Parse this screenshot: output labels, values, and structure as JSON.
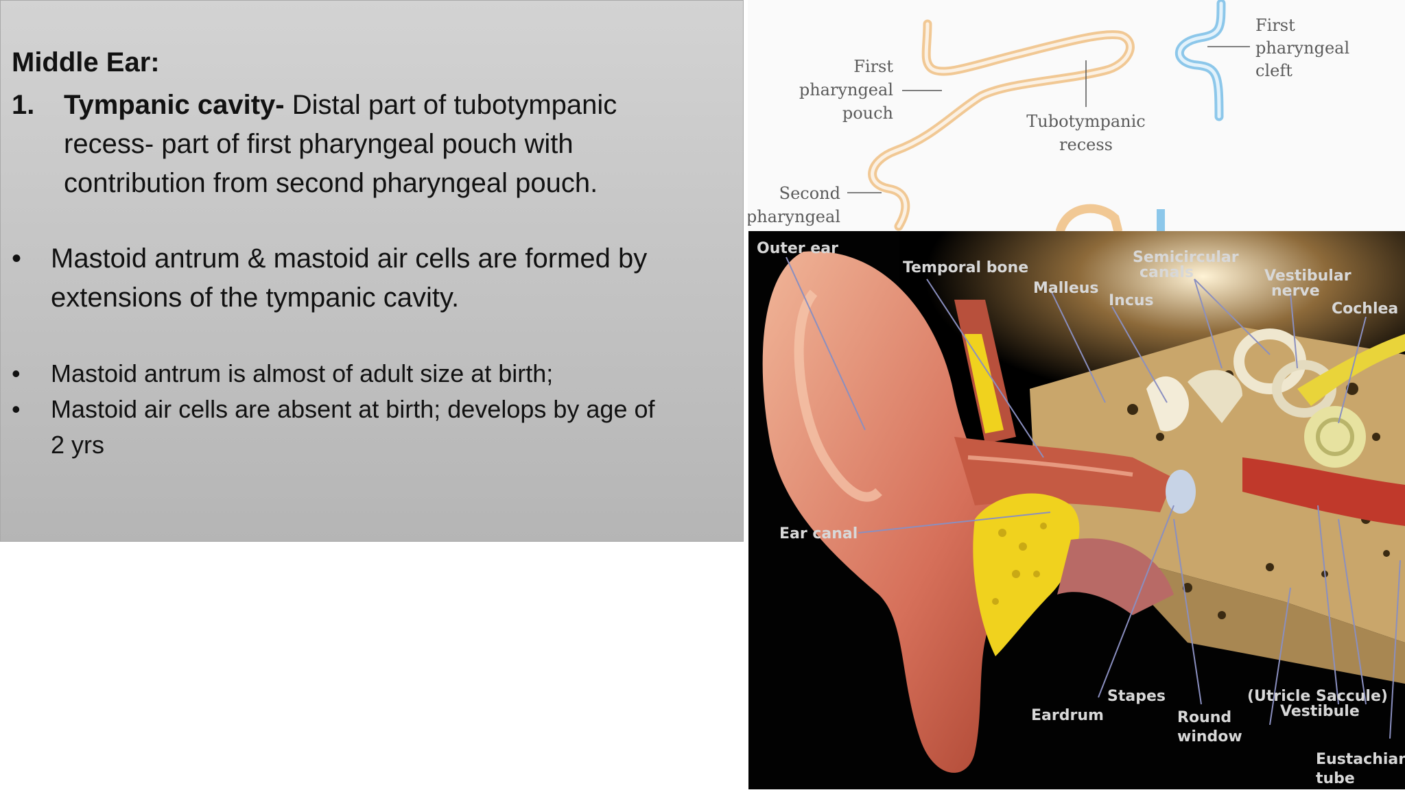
{
  "slide": {
    "heading": "Middle Ear:",
    "numbered": {
      "number": "1.",
      "bold_term": "Tympanic cavity-",
      "text": " Distal part of tubotympanic recess- part of first pharyngeal pouch with contribution from second pharyngeal pouch."
    },
    "bullets": [
      {
        "symbol": "•",
        "text": "Mastoid antrum & mastoid air cells are formed by extensions of the  tympanic cavity."
      },
      {
        "symbol": "•",
        "text": "Mastoid antrum is almost of adult size at birth;"
      },
      {
        "symbol": "•",
        "text": "Mastoid air cells are absent at birth; develops by age of 2 yrs"
      }
    ]
  },
  "embryo_diagram": {
    "labels": {
      "first_pouch": [
        "First",
        "pharyngeal",
        "pouch"
      ],
      "second_pouch": [
        "Second",
        "pharyngeal"
      ],
      "recess": [
        "Tubotympanic",
        "recess"
      ],
      "cleft": [
        "First",
        "pharyngeal",
        "cleft"
      ]
    },
    "colors": {
      "pouch": "#f1c894",
      "cleft": "#8cc7ea",
      "leader": "#555555"
    }
  },
  "ear_diagram": {
    "labels": {
      "outer_ear": "Outer ear",
      "temporal_bone": "Temporal bone",
      "malleus": "Malleus",
      "incus": "Incus",
      "semicircular": [
        "Semicircular",
        "canals"
      ],
      "vestibular": [
        "Vestibular",
        "nerve"
      ],
      "cochlea": "Cochlea",
      "ear_canal": "Ear canal",
      "eardrum": "Eardrum",
      "stapes": "Stapes",
      "round_window": [
        "Round",
        "window"
      ],
      "vestibule": [
        "(Utricle  Saccule)",
        "Vestibule"
      ],
      "eustachian": [
        "Eustachian",
        "tube"
      ]
    },
    "colors": {
      "skin": "#d6705a",
      "bone": "#c9a66b",
      "wax": "#f0d21e",
      "label": "#d8d8d8"
    }
  }
}
